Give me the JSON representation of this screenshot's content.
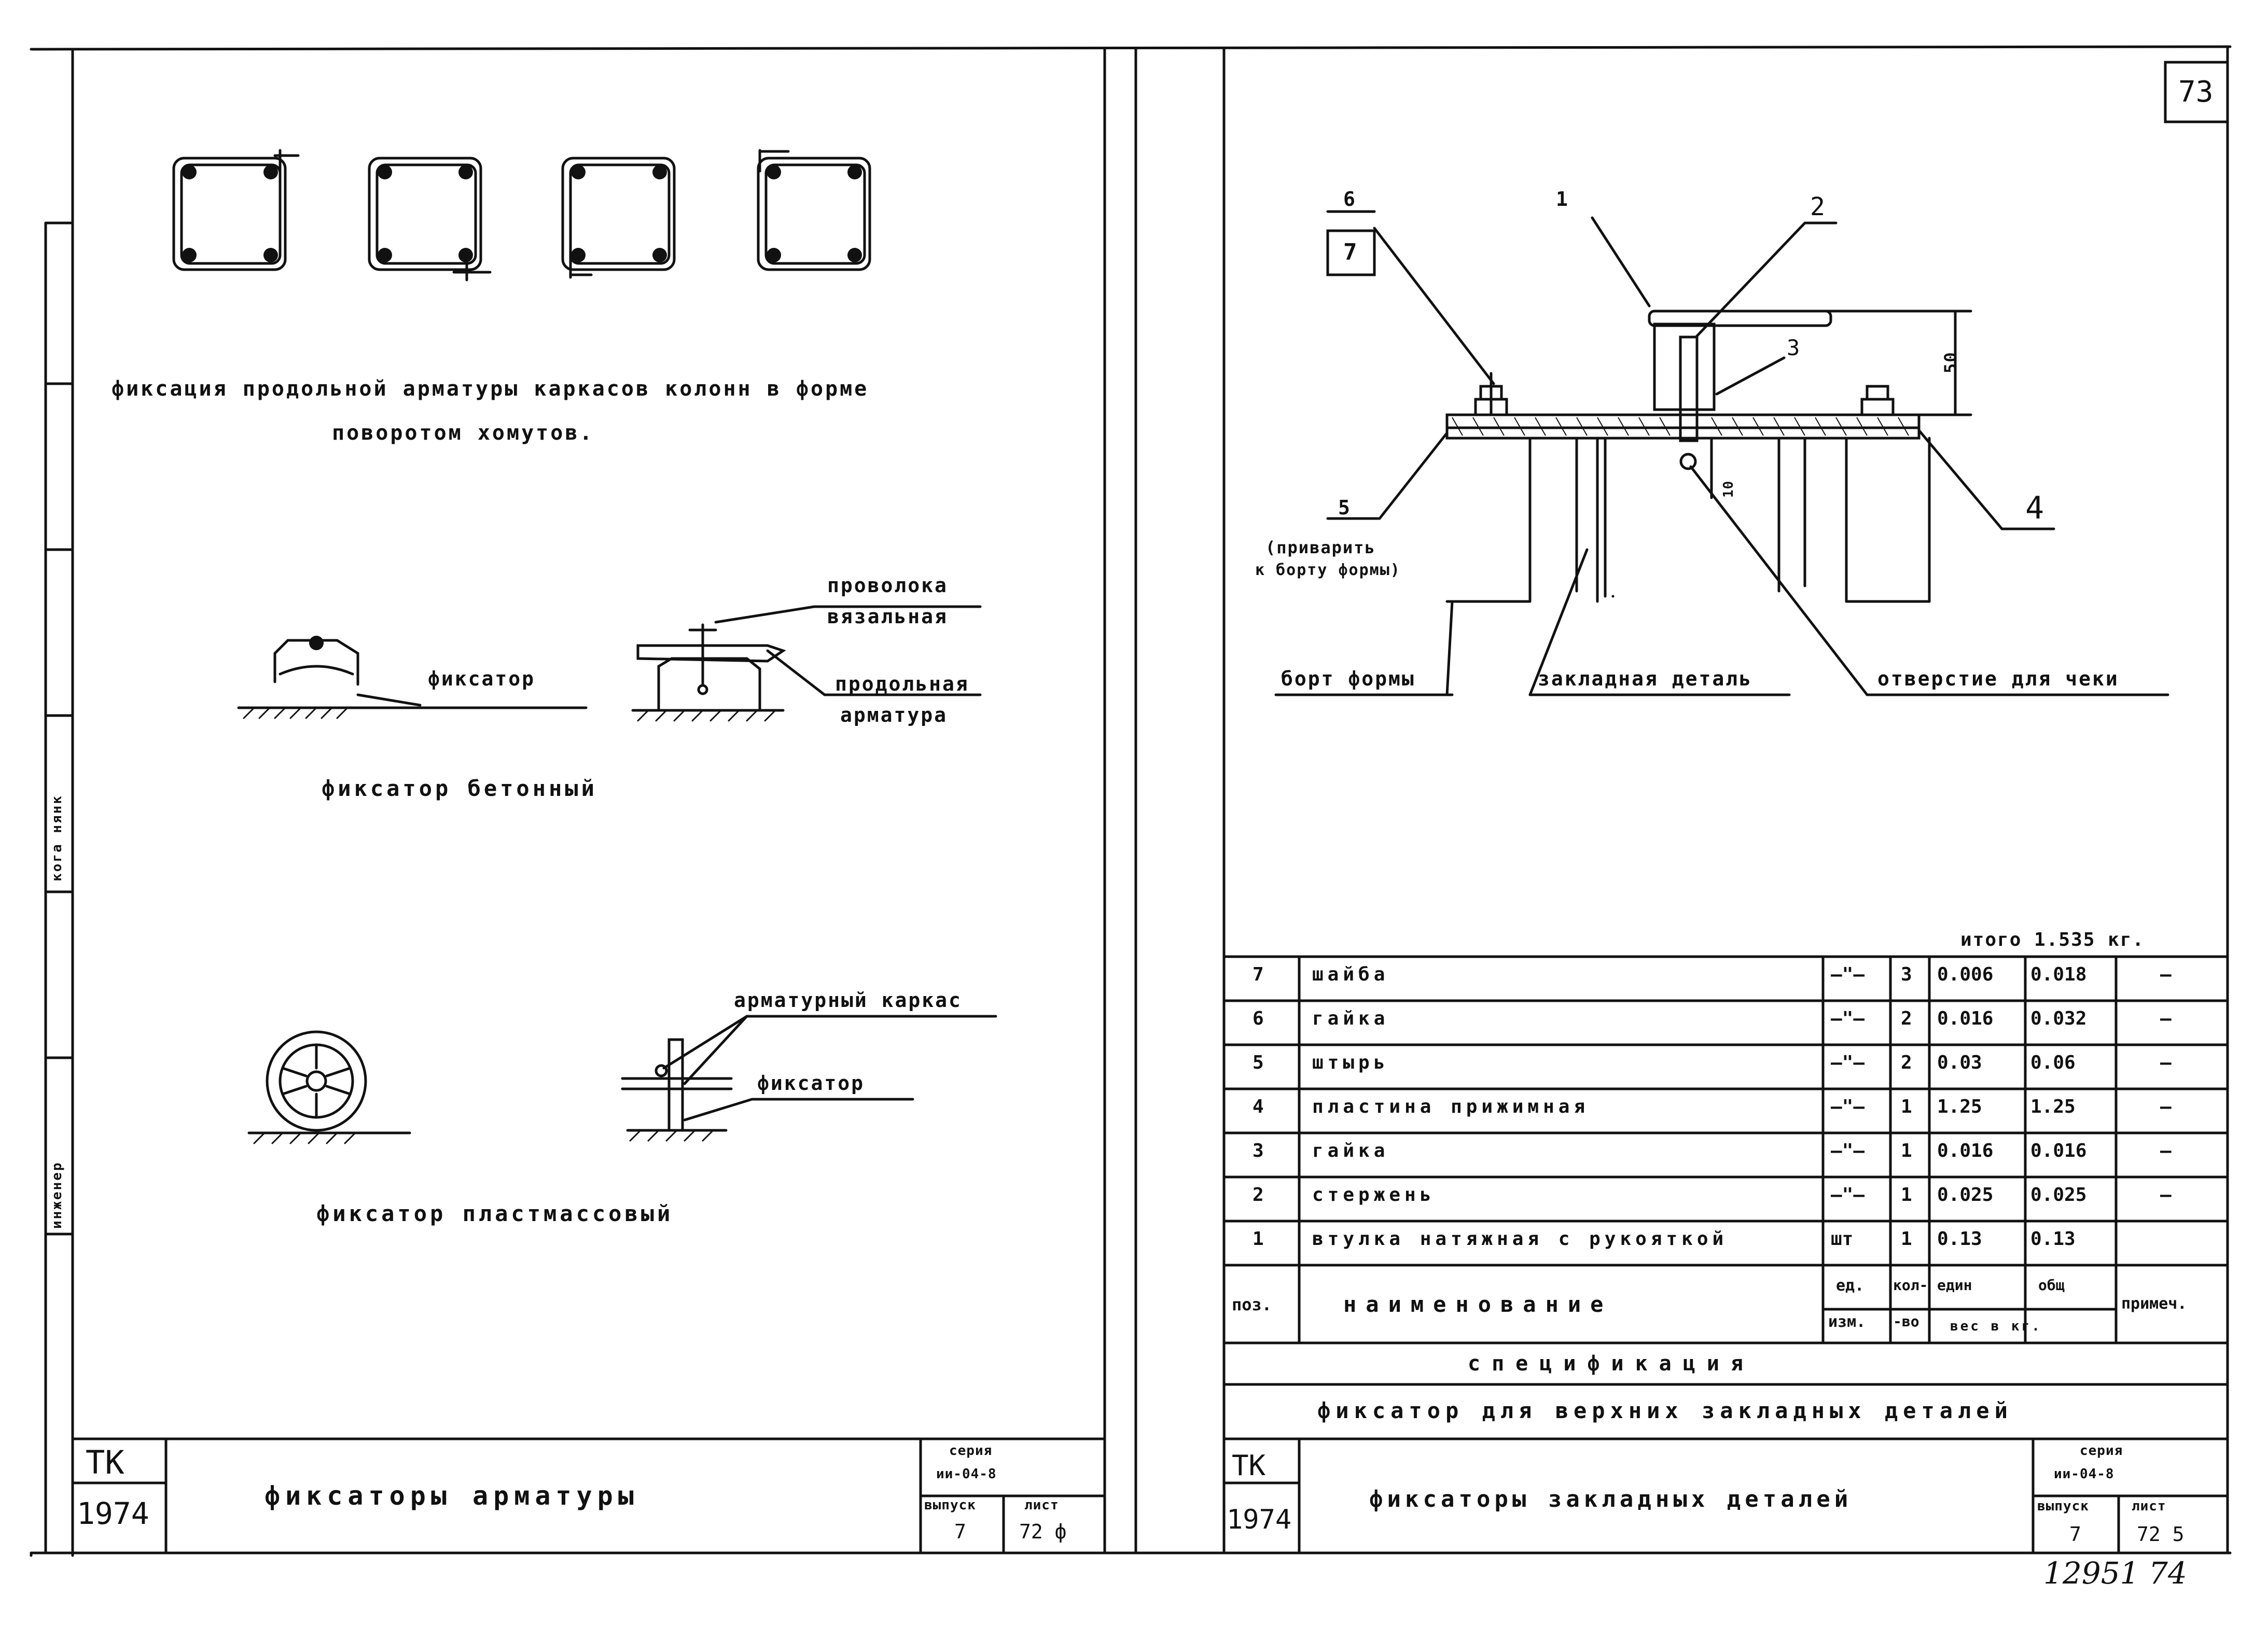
{
  "page_number": "73",
  "left_sheet": {
    "caption_fixation_line1": "фиксация продольной арматуры каркасов колонн в форме",
    "caption_fixation_line2": "поворотом хомутов.",
    "concrete": {
      "label_fixator": "фиксатор",
      "label_wire_line1": "проволока",
      "label_wire_line2": "вязальная",
      "label_rebar_line1": "продольная",
      "label_rebar_line2": "арматура",
      "caption": "фиксатор бетонный"
    },
    "plastic": {
      "label_cage": "арматурный каркас",
      "label_fixator": "фиксатор",
      "caption": "фиксатор пластмассовый"
    },
    "title_block": {
      "org": "ТК",
      "year": "1974",
      "title": "фиксаторы арматуры",
      "series_label": "серия",
      "series_value": "ии-04-8",
      "issue_label": "выпуск",
      "issue_value": "7",
      "sheet_label": "лист",
      "sheet_value": "72 ф"
    },
    "margin_labels": [
      "инженер",
      "кога нянк"
    ]
  },
  "right_sheet": {
    "drawing": {
      "callouts": [
        "6",
        "7",
        "1",
        "2",
        "3",
        "4",
        "5"
      ],
      "dim_height": "50",
      "dim_small": "10",
      "note_weld_line1": "(приварить",
      "note_weld_line2": "к борту формы)",
      "label_form_side": "борт формы",
      "label_embedded": "закладная деталь",
      "label_hole": "отверстие для чеки"
    },
    "total": "итого 1.535 кг.",
    "spec_table": {
      "rows": [
        {
          "pos": "7",
          "name": "шайба",
          "unit": "—\"—",
          "qty": "3",
          "unit_w": "0.006",
          "total_w": "0.018",
          "note": "—"
        },
        {
          "pos": "6",
          "name": "гайка",
          "unit": "—\"—",
          "qty": "2",
          "unit_w": "0.016",
          "total_w": "0.032",
          "note": "—"
        },
        {
          "pos": "5",
          "name": "штырь",
          "unit": "—\"—",
          "qty": "2",
          "unit_w": "0.03",
          "total_w": "0.06",
          "note": "—"
        },
        {
          "pos": "4",
          "name": "пластина прижимная",
          "unit": "—\"—",
          "qty": "1",
          "unit_w": "1.25",
          "total_w": "1.25",
          "note": "—"
        },
        {
          "pos": "3",
          "name": "гайка",
          "unit": "—\"—",
          "qty": "1",
          "unit_w": "0.016",
          "total_w": "0.016",
          "note": "—"
        },
        {
          "pos": "2",
          "name": "стержень",
          "unit": "—\"—",
          "qty": "1",
          "unit_w": "0.025",
          "total_w": "0.025",
          "note": "—"
        },
        {
          "pos": "1",
          "name": "втулка натяжная с рукояткой",
          "unit": "шт",
          "qty": "1",
          "unit_w": "0.13",
          "total_w": "0.13",
          "note": ""
        }
      ],
      "header": {
        "pos": "поз.",
        "name": "наименование",
        "unit_line1": "ед.",
        "unit_line2": "изм.",
        "qty_line1": "кол-",
        "qty_line2": "-во",
        "weight_one": "един",
        "weight_total": "общ",
        "weight_line2": "вес в кг.",
        "note": "примеч."
      }
    },
    "spec_title": "спецификация",
    "spec_subtitle": "фиксатор для верхних закладных деталей",
    "title_block": {
      "org": "ТК",
      "year": "1974",
      "title": "фиксаторы закладных деталей",
      "series_label": "серия",
      "series_value": "ии-04-8",
      "issue_label": "выпуск",
      "issue_value": "7",
      "sheet_label": "лист",
      "sheet_value": "72 5"
    }
  },
  "handwritten_number": "12951 74"
}
